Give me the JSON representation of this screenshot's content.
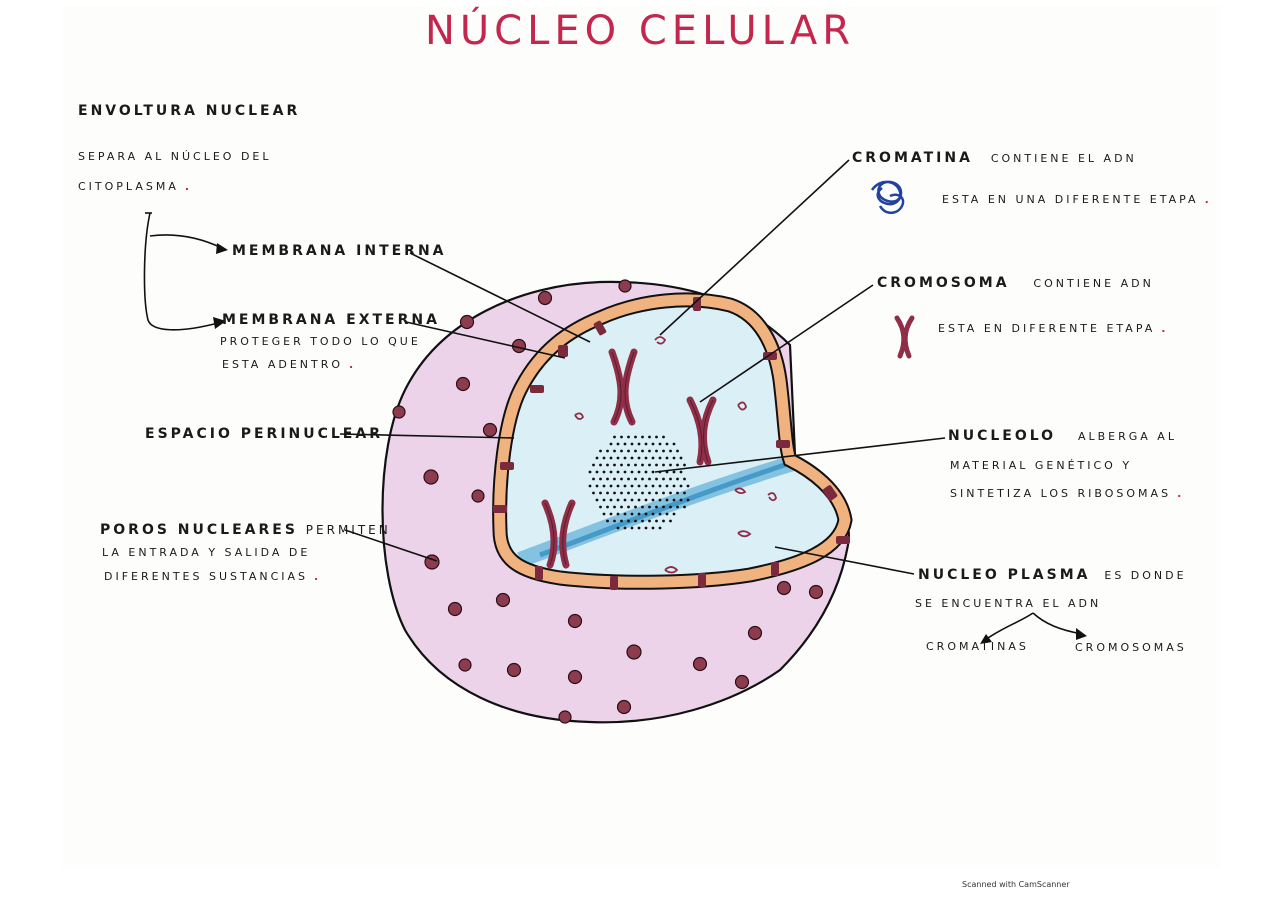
{
  "title": "NÚCLEO CELULAR",
  "labels": {
    "envoltura": "Envoltura nuclear",
    "envoltura_desc1": "Separa al núcleo del",
    "envoltura_desc2": "citoplasma",
    "membrana_interna": "Membrana interna",
    "membrana_externa": "Membrana externa",
    "membrana_externa_desc1": "proteger todo lo que",
    "membrana_externa_desc2": "esta adentro",
    "espacio": "Espacio perinuclear",
    "poros": "Poros nucleares",
    "poros_desc1": "permiten",
    "poros_desc2": "la entrada y salida de",
    "poros_desc3": "diferentes sustancias",
    "cromatina": "Cromatina",
    "cromatina_desc1": "contiene el ADN",
    "cromatina_desc2": "esta en una diferente etapa",
    "cromosoma": "Cromosoma",
    "cromosoma_desc1": "contiene ADN",
    "cromosoma_desc2": "esta en diferente etapa",
    "nucleolo": "Nucleolo",
    "nucleolo_desc1": "alberga al",
    "nucleolo_desc2": "material genético y",
    "nucleolo_desc3": "sintetiza los ribosomas",
    "nucleoplasma": "Nucleo plasma",
    "nucleoplasma_desc1": "es donde",
    "nucleoplasma_desc2": "se encuentra el ADN",
    "sub_cromatinas": "cromatinas",
    "sub_cromosomas": "cromosomas"
  },
  "footer": "Scanned with CamScanner",
  "colors": {
    "title": "#c4264d",
    "membrane": "#f0b27f",
    "pore": "#7a2a3c",
    "outer": "#ecd3ea",
    "plasma": "#d7eef5"
  }
}
